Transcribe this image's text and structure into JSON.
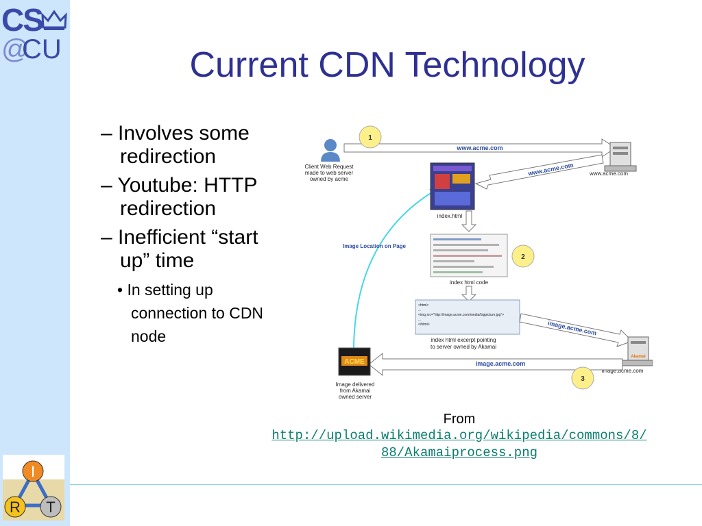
{
  "logo": {
    "cs": "CS",
    "at": "@",
    "cu": "CU"
  },
  "irt": {
    "i": "I",
    "r": "R",
    "t": "T"
  },
  "slide": {
    "title": "Current CDN Technology",
    "bullets": [
      "Involves some redirection",
      "Youtube: HTTP redirection",
      "Inefficient “start up” time"
    ],
    "subbullets": [
      "In setting up connection to CDN node"
    ]
  },
  "diagram": {
    "step1": "1",
    "step2": "2",
    "step3": "3",
    "arrow_top": "www.acme.com",
    "arrow_return": "www.acme.com",
    "client_label": [
      "Client Web Request",
      "made to web server",
      "owned by acme"
    ],
    "server_label": "www.acme.com",
    "index_html": "index.html",
    "image_location": "Image Location on Page",
    "index_code": "index html code",
    "code_lines": [
      "<html>",
      "...",
      "<img src=\"http://image.acme.com/media/bigpicture.jpg\">",
      "...",
      "</html>"
    ],
    "excerpt_label": [
      "index html excerpt pointing",
      "to server owned by Akamai"
    ],
    "arrow_image_out": "image.acme.com",
    "arrow_image_back": "image.acme.com",
    "akamai_label": "image.acme.com",
    "akamai_brand": "Akamai",
    "delivered_label": [
      "Image delivered",
      "from Akamai",
      "owned server"
    ],
    "acme_logo": "ACME"
  },
  "caption": {
    "from": "From",
    "url_line1": "http://upload.wikimedia.org/wikipedia/commons/8/",
    "url_line2": "88/Akamaiprocess.png"
  },
  "colors": {
    "sidebar": "#cde6fb",
    "title": "#2e3192",
    "link": "#0a7d6e",
    "rule": "#8ad3df",
    "step_circle": "#fdf08a",
    "arc": "#4ad6e6"
  }
}
